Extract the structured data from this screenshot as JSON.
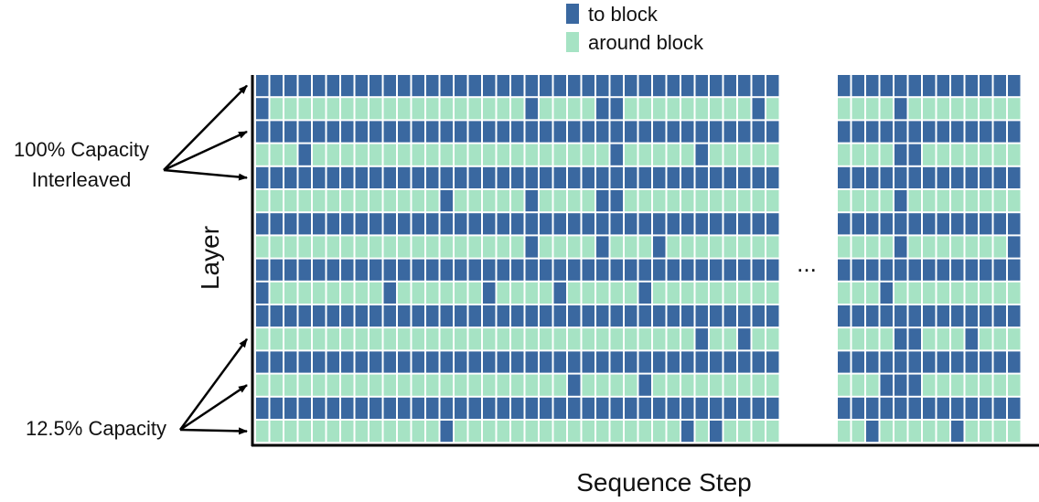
{
  "legend": {
    "items": [
      {
        "label": "to block",
        "color": "#3a68a0"
      },
      {
        "label": "around block",
        "color": "#a6e3c4"
      }
    ]
  },
  "axes": {
    "xlabel": "Sequence Step",
    "ylabel": "Layer"
  },
  "annotations": {
    "full_capacity": {
      "line1": "100% Capacity",
      "line2": "Interleaved",
      "target_rows": [
        0,
        2,
        4
      ]
    },
    "low_capacity": {
      "label": "12.5% Capacity",
      "target_rows": [
        11,
        13,
        15
      ]
    }
  },
  "ellipsis": "...",
  "grid": {
    "rows": 16,
    "left_columns": 37,
    "right_columns": 13,
    "colors": {
      "to_block": "#3a68a0",
      "around_block": "#a6e3c4"
    },
    "full_rows": [
      0,
      2,
      4,
      6,
      8,
      10,
      12,
      14
    ],
    "partial_rows_left": {
      "1": [
        0,
        19,
        24,
        25,
        35
      ],
      "3": [
        3,
        25,
        31
      ],
      "5": [
        13,
        19,
        24,
        25
      ],
      "7": [
        19,
        24,
        28
      ],
      "9": [
        0,
        9,
        16,
        21,
        27
      ],
      "11": [
        31,
        34
      ],
      "13": [
        22,
        27
      ],
      "15": [
        13,
        30,
        32
      ]
    },
    "partial_rows_right": {
      "1": [
        4
      ],
      "3": [
        4,
        5
      ],
      "5": [
        4
      ],
      "7": [
        4,
        12
      ],
      "9": [
        3
      ],
      "11": [
        4,
        5,
        9
      ],
      "13": [
        3,
        4,
        5
      ],
      "15": [
        2,
        8
      ]
    }
  }
}
